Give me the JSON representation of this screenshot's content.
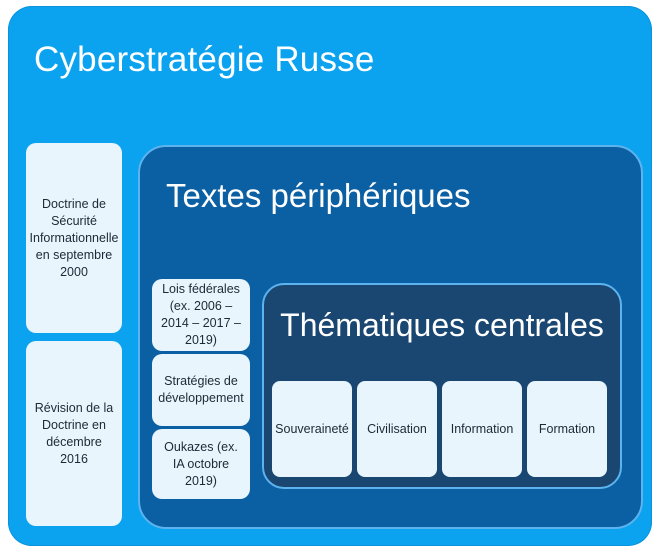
{
  "title": "Cyberstratégie Russe",
  "doctrine": [
    "Doctrine de Sécurité Informationnelle en septembre 2000",
    "Révision de la Doctrine en décembre 2016"
  ],
  "peripheral": {
    "title": "Textes périphériques",
    "items": [
      "Lois fédérales (ex. 2006 – 2014 – 2017 – 2019)",
      "Stratégies de développement",
      "Oukazes (ex. IA octobre 2019)"
    ]
  },
  "central": {
    "title": "Thématiques centrales",
    "themes": [
      "Souveraineté",
      "Civilisation",
      "Information",
      "Formation"
    ]
  },
  "colors": {
    "outer": "#0ba3ef",
    "middle": "#0b5fa3",
    "inner": "#1a4672",
    "box": "#e8f5fd"
  }
}
